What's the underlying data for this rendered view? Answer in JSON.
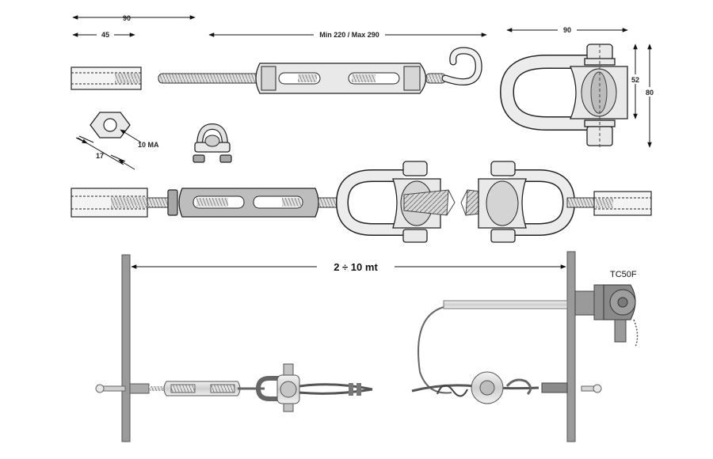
{
  "dimensions": {
    "tensioner_total": "90",
    "sleeve_length": "45",
    "turnbuckle_range": "Min 220 / Max 290",
    "shackle_width": "90",
    "shackle_height_inner": "52",
    "shackle_height_outer": "80",
    "nut_size": "17",
    "nut_thread": "10 MA"
  },
  "installation": {
    "span_label": "2 ÷ 10 mt",
    "sensor_label": "TC50F"
  }
}
